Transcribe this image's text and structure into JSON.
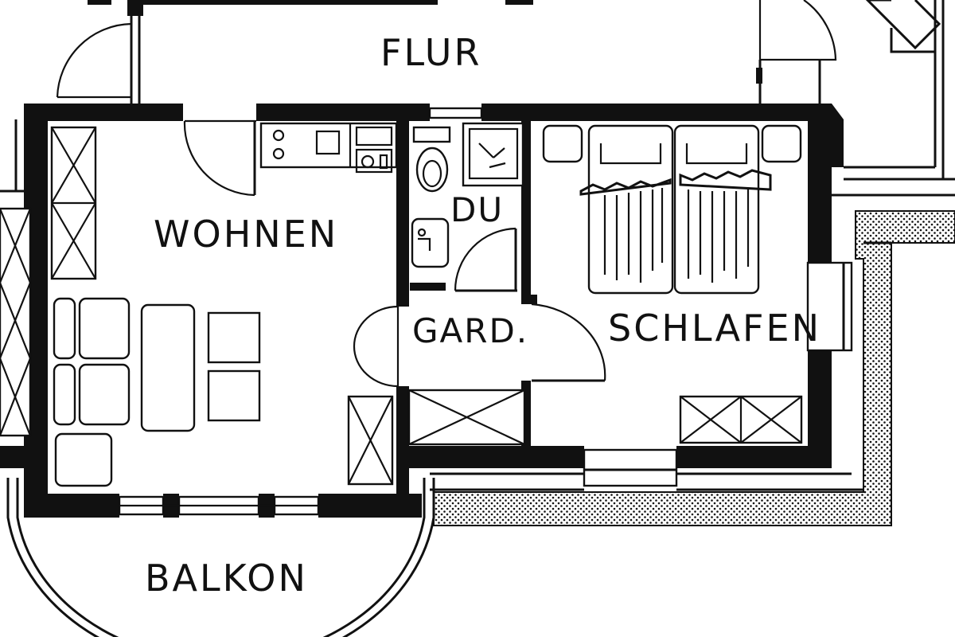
{
  "rooms": {
    "flur": "FLUR",
    "wohnen": "WOHNEN",
    "du": "DU",
    "garderobe": "GARD.",
    "schlafen": "SCHLAFEN",
    "balkon": "BALKON"
  },
  "colors": {
    "ink": "#111111",
    "paper": "#ffffff"
  }
}
